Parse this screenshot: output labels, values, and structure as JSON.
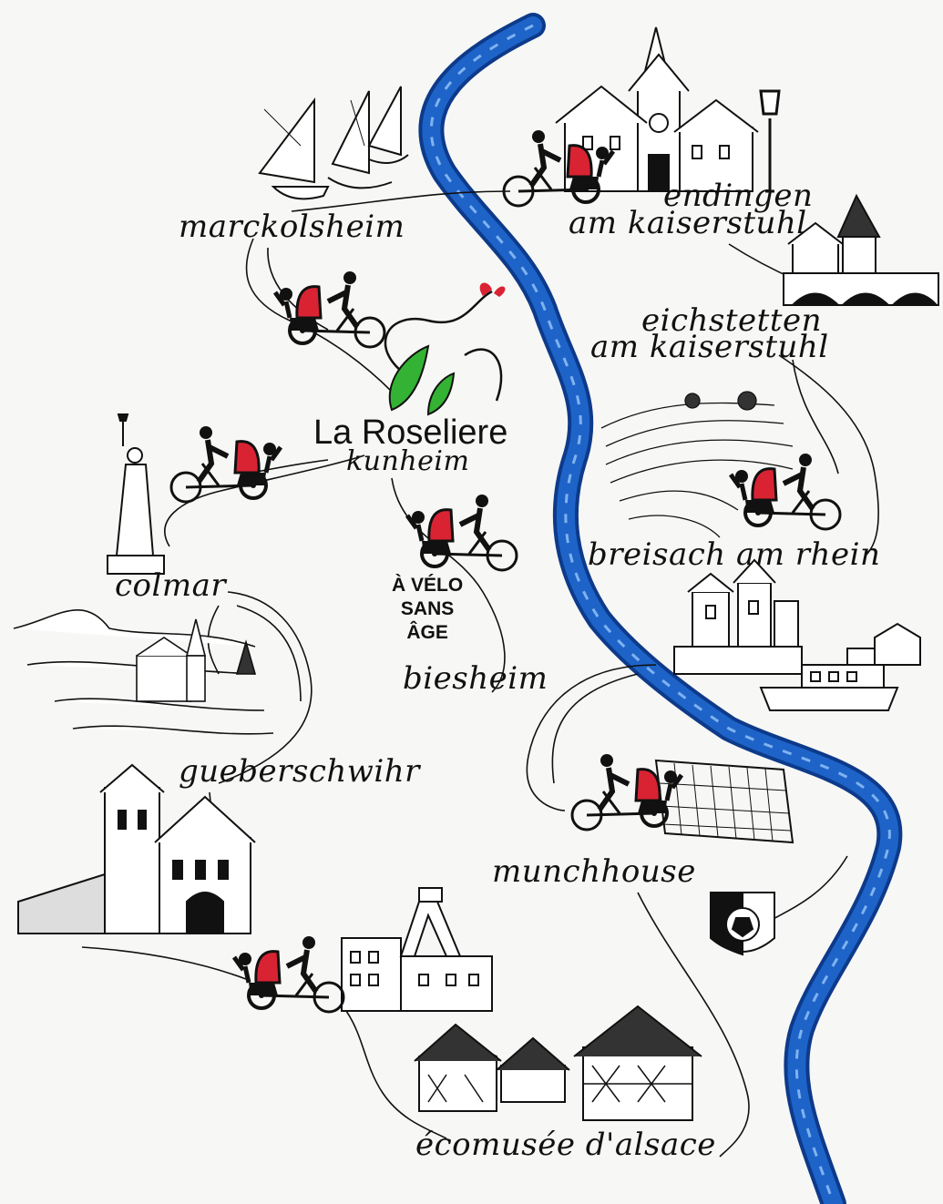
{
  "brand": {
    "name": "La Roseliere",
    "slogan_lines": [
      "À VÉLO",
      "SANS",
      "ÂGE"
    ],
    "leaf_color": "#34b233",
    "bud_color": "#d92332"
  },
  "colors": {
    "river": "#1e63c8",
    "river_edge": "#0d3a8a",
    "passenger_hood": "#d92332",
    "ink": "#111111"
  },
  "places": {
    "marckolsheim": "marckolsheim",
    "endingen_1": "endingen",
    "endingen_2": "am kaiserstuhl",
    "eichstetten_1": "eichstetten",
    "eichstetten_2": "am kaiserstuhl",
    "kunheim": "kunheim",
    "breisach": "breisach am rhein",
    "colmar": "colmar",
    "biesheim": "biesheim",
    "gueberschwihr": "gueberschwihr",
    "munchhouse": "munchhouse",
    "ecomusee": "écomusée d'alsace"
  },
  "icons": {
    "trishaw": "trishaw-icon",
    "sailboat": "sailboat-icon",
    "church": "church-icon",
    "bridge": "bridge-icon",
    "statue": "statue-of-liberty-icon",
    "vineyard": "vineyard-icon",
    "castle": "castle-icon",
    "boat": "river-boat-icon",
    "goal": "soccer-goal-icon",
    "crest": "soccer-crest-icon",
    "cathedral": "cathedral-icon",
    "mine": "mine-tower-icon",
    "houses": "half-timbered-houses-icon",
    "lamp": "street-lamp-icon"
  }
}
